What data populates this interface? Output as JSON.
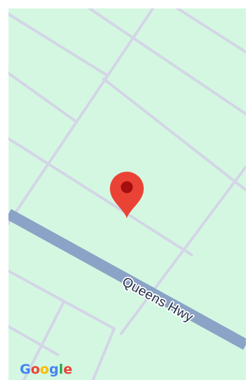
{
  "map": {
    "background_color": "#d4f7e1",
    "street_color": "#d3d6e6",
    "highway_color": "#8aa3c6",
    "highway_label": "Queens Hwy",
    "marker": {
      "icon": "map-pin-icon",
      "color": "#ea4335",
      "dot_color": "#a50e0e"
    }
  },
  "logo": {
    "letters": [
      {
        "char": "G",
        "color": "#4285f4"
      },
      {
        "char": "o",
        "color": "#ea4335"
      },
      {
        "char": "o",
        "color": "#fbbc05"
      },
      {
        "char": "g",
        "color": "#4285f4"
      },
      {
        "char": "l",
        "color": "#34a853"
      },
      {
        "char": "e",
        "color": "#ea4335"
      }
    ]
  }
}
